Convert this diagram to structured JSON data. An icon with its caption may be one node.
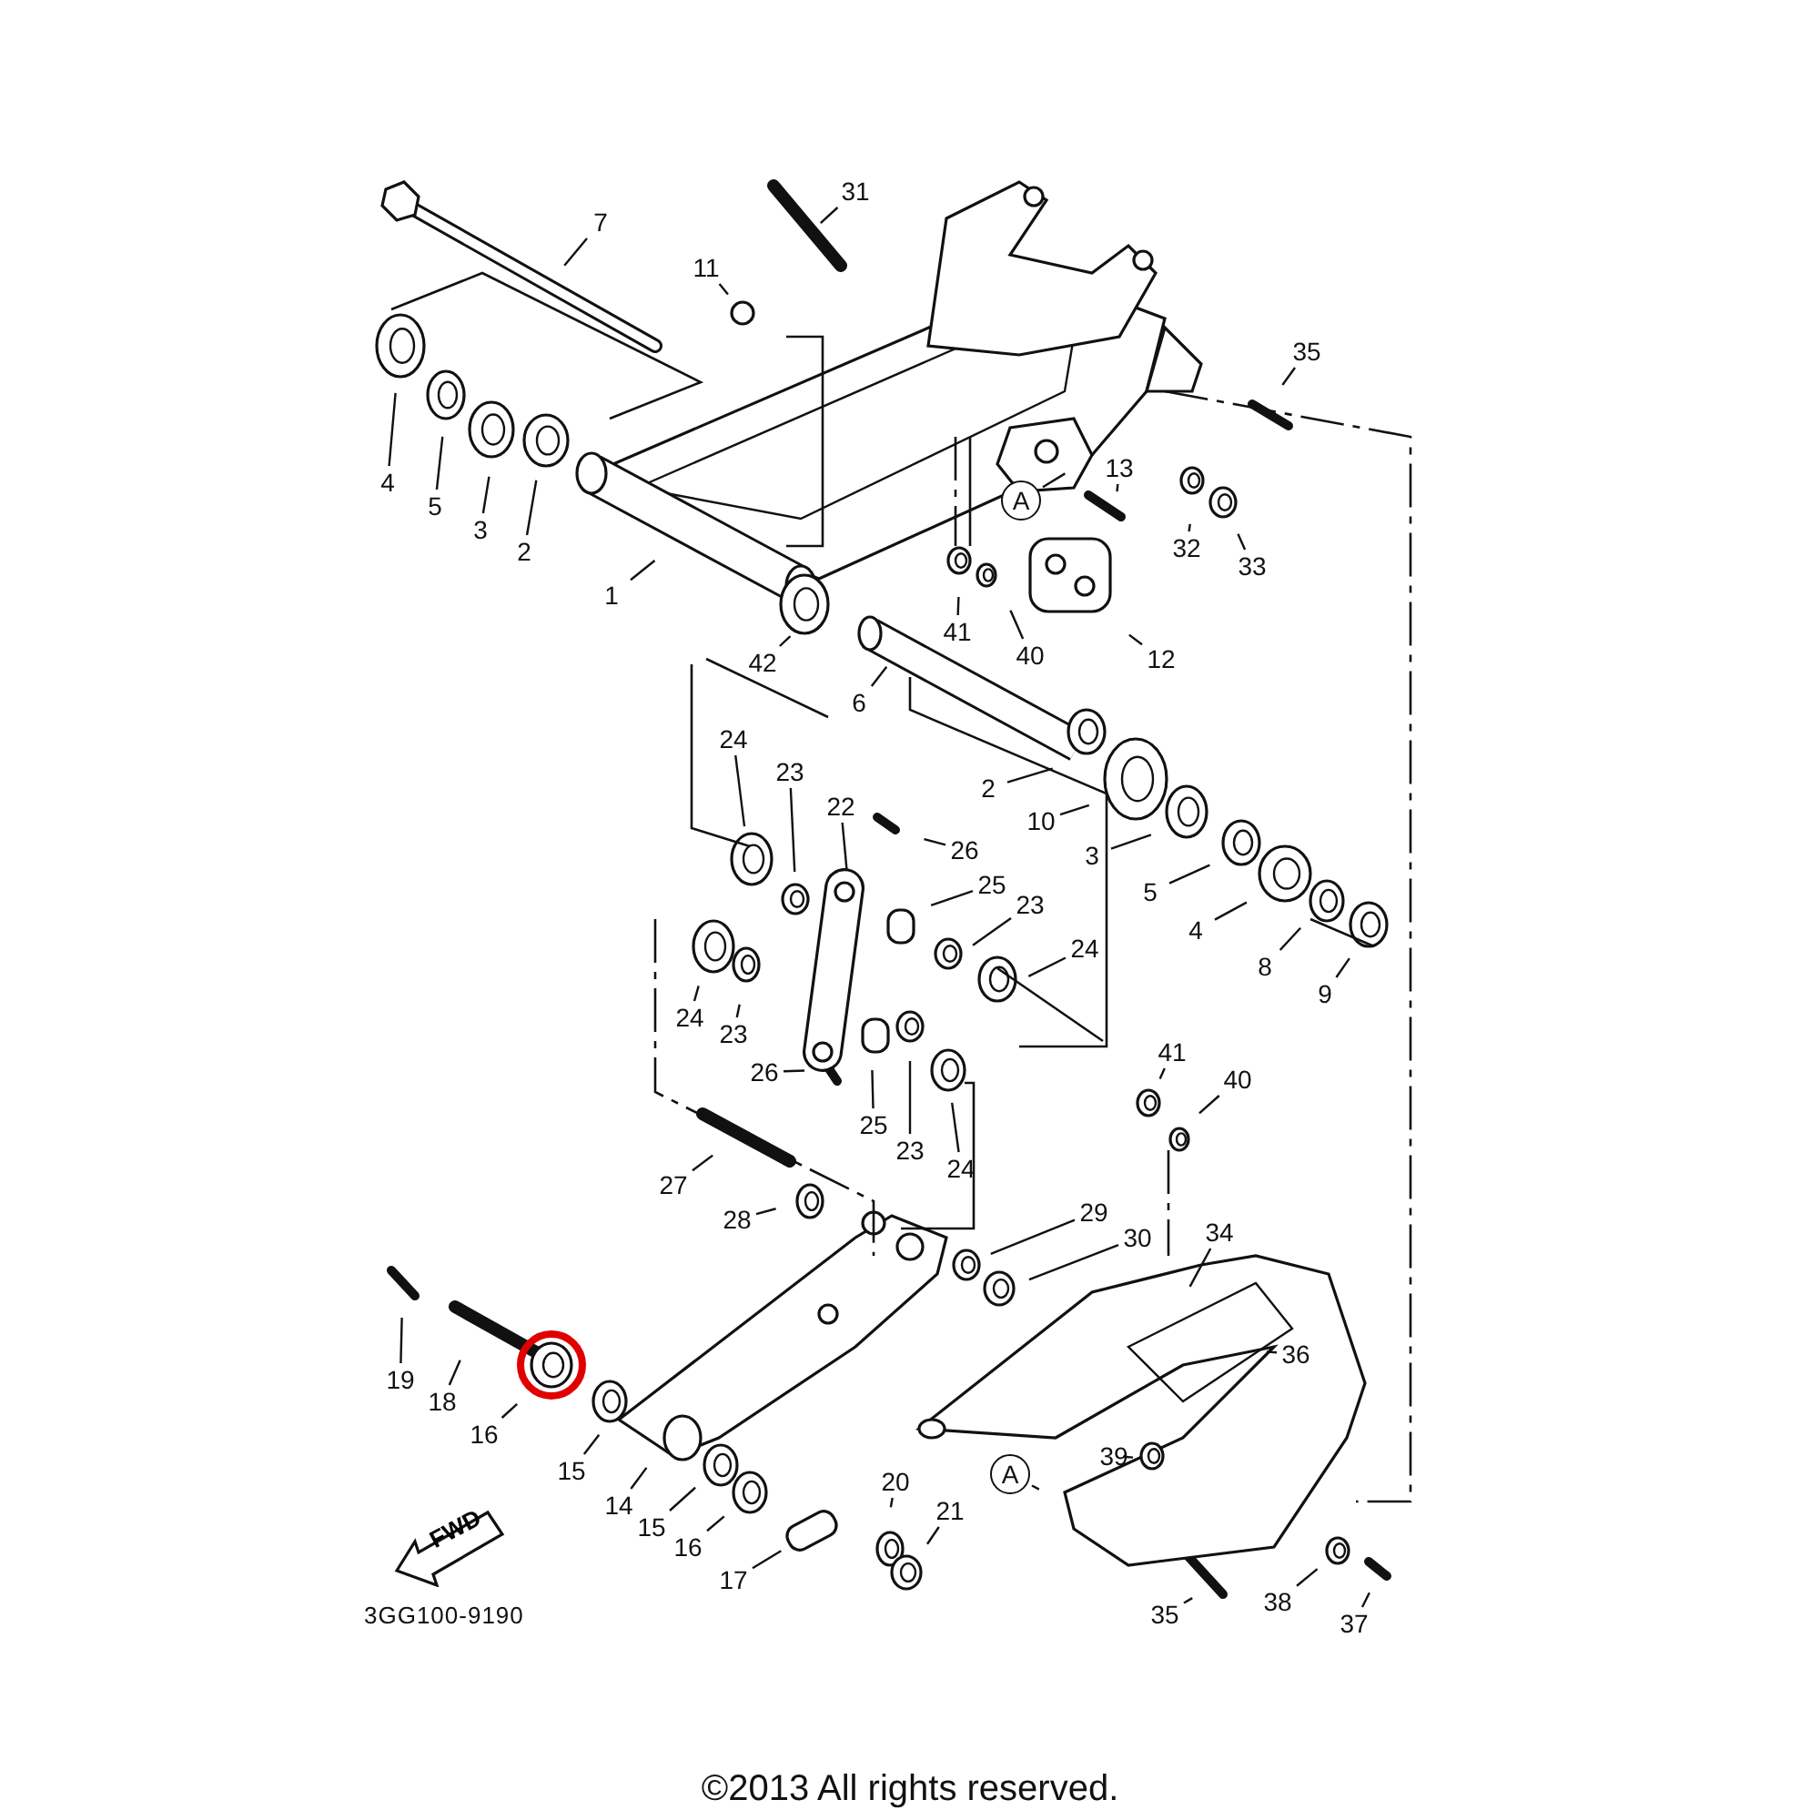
{
  "diagram": {
    "nodes": [
      {
        "text": [
          "7"
        ]
      },
      {
        "text": [
          "31"
        ]
      },
      {
        "text": [
          "11"
        ]
      },
      {
        "text": [
          "35"
        ]
      },
      {
        "text": [
          "4"
        ]
      },
      {
        "text": [
          "5"
        ]
      },
      {
        "text": [
          "3"
        ]
      },
      {
        "text": [
          "2"
        ]
      },
      {
        "text": [
          "13"
        ]
      },
      {
        "text": [
          "A"
        ]
      },
      {
        "text": [
          "32"
        ]
      },
      {
        "text": [
          "33"
        ]
      },
      {
        "text": [
          "1"
        ]
      },
      {
        "text": [
          "41"
        ]
      },
      {
        "text": [
          "40"
        ]
      },
      {
        "text": [
          "12"
        ]
      },
      {
        "text": [
          "42"
        ]
      },
      {
        "text": [
          "6"
        ]
      },
      {
        "text": [
          "24"
        ]
      },
      {
        "text": [
          "23"
        ]
      },
      {
        "text": [
          "2"
        ]
      },
      {
        "text": [
          "22"
        ]
      },
      {
        "text": [
          "10"
        ]
      },
      {
        "text": [
          "26"
        ]
      },
      {
        "text": [
          "3"
        ]
      },
      {
        "text": [
          "25"
        ]
      },
      {
        "text": [
          "5"
        ]
      },
      {
        "text": [
          "23"
        ]
      },
      {
        "text": [
          "24"
        ]
      },
      {
        "text": [
          "4"
        ]
      },
      {
        "text": [
          "8"
        ]
      },
      {
        "text": [
          "9"
        ]
      },
      {
        "text": [
          "24"
        ]
      },
      {
        "text": [
          "23"
        ]
      },
      {
        "text": [
          "41"
        ]
      },
      {
        "text": [
          "26"
        ]
      },
      {
        "text": [
          "40"
        ]
      },
      {
        "text": [
          "25"
        ]
      },
      {
        "text": [
          "23"
        ]
      },
      {
        "text": [
          "24"
        ]
      },
      {
        "text": [
          "27"
        ]
      },
      {
        "text": [
          "28"
        ]
      },
      {
        "text": [
          "29"
        ]
      },
      {
        "text": [
          "34"
        ]
      },
      {
        "text": [
          "30"
        ]
      },
      {
        "text": [
          "36"
        ]
      },
      {
        "text": [
          "19"
        ]
      },
      {
        "text": [
          "18"
        ]
      },
      {
        "text": [
          "16"
        ]
      },
      {
        "text": [
          "15"
        ]
      },
      {
        "text": [
          "39"
        ]
      },
      {
        "text": [
          "A"
        ]
      },
      {
        "text": [
          "14"
        ]
      },
      {
        "text": [
          "20"
        ]
      },
      {
        "text": [
          "15"
        ]
      },
      {
        "text": [
          "21"
        ]
      },
      {
        "text": [
          "16"
        ]
      },
      {
        "text": [
          "17"
        ]
      },
      {
        "text": [
          "38"
        ]
      },
      {
        "text": [
          "37"
        ]
      },
      {
        "text": [
          "35"
        ]
      },
      {
        "text": [
          "FWD"
        ]
      }
    ],
    "edges": [
      {
        "from": 0,
        "to": null,
        "arrow": "none"
      },
      {
        "from": 1,
        "to": null,
        "arrow": "none"
      },
      {
        "from": 2,
        "to": null,
        "arrow": "none"
      },
      {
        "from": 3,
        "to": null,
        "arrow": "none"
      },
      {
        "from": 4,
        "to": null,
        "arrow": "none"
      },
      {
        "from": 5,
        "to": null,
        "arrow": "none"
      },
      {
        "from": 6,
        "to": null,
        "arrow": "none"
      },
      {
        "from": 7,
        "to": null,
        "arrow": "none"
      },
      {
        "from": 8,
        "to": null,
        "arrow": "none"
      },
      {
        "from": 9,
        "to": null,
        "arrow": "none"
      },
      {
        "from": 10,
        "to": null,
        "arrow": "none"
      },
      {
        "from": 11,
        "to": null,
        "arrow": "none"
      },
      {
        "from": 12,
        "to": null,
        "arrow": "none"
      },
      {
        "from": 13,
        "to": null,
        "arrow": "none"
      },
      {
        "from": 14,
        "to": null,
        "arrow": "none"
      },
      {
        "from": 15,
        "to": null,
        "arrow": "none"
      },
      {
        "from": 16,
        "to": null,
        "arrow": "none"
      },
      {
        "from": 17,
        "to": null,
        "arrow": "none"
      },
      {
        "from": 18,
        "to": null,
        "arrow": "none"
      },
      {
        "from": 19,
        "to": null,
        "arrow": "none"
      },
      {
        "from": 20,
        "to": null,
        "arrow": "none"
      },
      {
        "from": 21,
        "to": null,
        "arrow": "none"
      },
      {
        "from": 22,
        "to": null,
        "arrow": "none"
      },
      {
        "from": 23,
        "to": null,
        "arrow": "none"
      },
      {
        "from": 24,
        "to": null,
        "arrow": "none"
      },
      {
        "from": 25,
        "to": null,
        "arrow": "none"
      },
      {
        "from": 26,
        "to": null,
        "arrow": "none"
      },
      {
        "from": 27,
        "to": null,
        "arrow": "none"
      },
      {
        "from": 28,
        "to": null,
        "arrow": "none"
      },
      {
        "from": 29,
        "to": null,
        "arrow": "none"
      },
      {
        "from": 30,
        "to": null,
        "arrow": "none"
      },
      {
        "from": 31,
        "to": null,
        "arrow": "none"
      },
      {
        "from": 32,
        "to": null,
        "arrow": "none"
      },
      {
        "from": 33,
        "to": null,
        "arrow": "none"
      },
      {
        "from": 34,
        "to": null,
        "arrow": "none"
      },
      {
        "from": 35,
        "to": null,
        "arrow": "none"
      },
      {
        "from": 36,
        "to": null,
        "arrow": "none"
      },
      {
        "from": 37,
        "to": null,
        "arrow": "none"
      },
      {
        "from": 38,
        "to": null,
        "arrow": "none"
      },
      {
        "from": 39,
        "to": null,
        "arrow": "none"
      },
      {
        "from": 40,
        "to": null,
        "arrow": "none"
      },
      {
        "from": 41,
        "to": null,
        "arrow": "none"
      },
      {
        "from": 42,
        "to": null,
        "arrow": "none"
      },
      {
        "from": 43,
        "to": null,
        "arrow": "none"
      },
      {
        "from": 44,
        "to": null,
        "arrow": "none"
      },
      {
        "from": 45,
        "to": null,
        "arrow": "none"
      },
      {
        "from": 46,
        "to": null,
        "arrow": "none"
      },
      {
        "from": 47,
        "to": null,
        "arrow": "none"
      },
      {
        "from": 48,
        "to": null,
        "arrow": "none"
      },
      {
        "from": 49,
        "to": null,
        "arrow": "none"
      },
      {
        "from": 50,
        "to": null,
        "arrow": "none"
      },
      {
        "from": 51,
        "to": null,
        "arrow": "none"
      },
      {
        "from": 52,
        "to": null,
        "arrow": "none"
      },
      {
        "from": 53,
        "to": null,
        "arrow": "none"
      },
      {
        "from": 54,
        "to": null,
        "arrow": "none"
      },
      {
        "from": 55,
        "to": null,
        "arrow": "none"
      },
      {
        "from": 56,
        "to": null,
        "arrow": "none"
      },
      {
        "from": 57,
        "to": null,
        "arrow": "none"
      },
      {
        "from": 58,
        "to": null,
        "arrow": "none"
      },
      {
        "from": 59,
        "to": null,
        "arrow": "none"
      },
      {
        "from": 60,
        "to": null,
        "arrow": "none"
      }
    ],
    "labels": [
      "3GG100-9190",
      "©2013 All rights reserved."
    ]
  }
}
